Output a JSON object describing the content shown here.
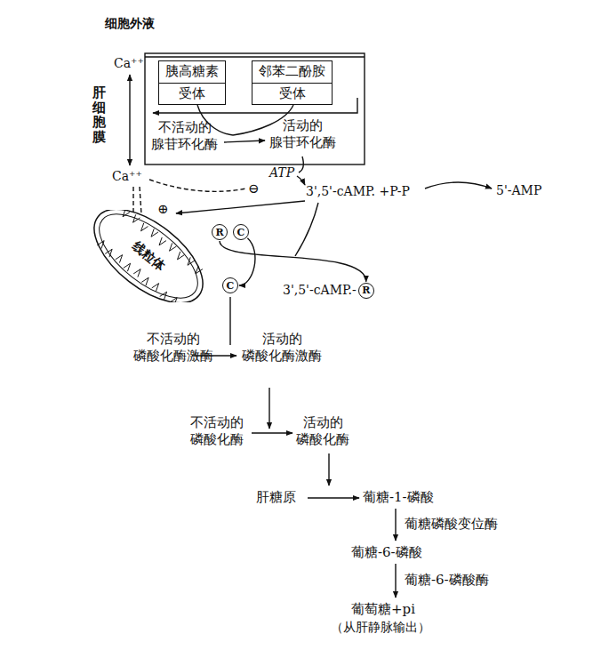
{
  "diagram": {
    "nodes": [
      {
        "text": [
          "胰高糖素",
          "受体"
        ]
      },
      {
        "text": [
          "邻苯二酚胺",
          "受体"
        ]
      },
      {
        "text": [
          "线粒体"
        ]
      },
      {
        "text": [
          "R"
        ]
      },
      {
        "text": [
          "C"
        ]
      },
      {
        "text": [
          "C"
        ]
      },
      {
        "text": [
          "R"
        ]
      }
    ],
    "edges": [
      {
        "from": 3,
        "to": 6,
        "arrow": "to"
      },
      {
        "from": 4,
        "to": 5,
        "arrow": "to"
      }
    ],
    "labels": [
      "细胞外液",
      "Ca⁺⁺",
      "肝细胞膜",
      "不活动的 腺苷环化酶",
      "活动的 腺苷环化酶",
      "Ca⁺⁺",
      "ATP",
      "⊖",
      "⊕",
      "3',5'-cAMP. +P-P",
      "5'-AMP",
      "3',5'-cAMP.-",
      "不活动的 磷酸化酶激酶",
      "活动的 磷酸化酶激酶",
      "不活动的 磷酸化酶",
      "活动的 磷酸化酶",
      "肝糖原",
      "葡糖-1-磷酸",
      "葡糖磷酸变位酶",
      "葡糖-6-磷酸",
      "葡糖-6-磷酸酶",
      "葡萄糖+pi",
      "（从肝静脉输出）"
    ]
  }
}
